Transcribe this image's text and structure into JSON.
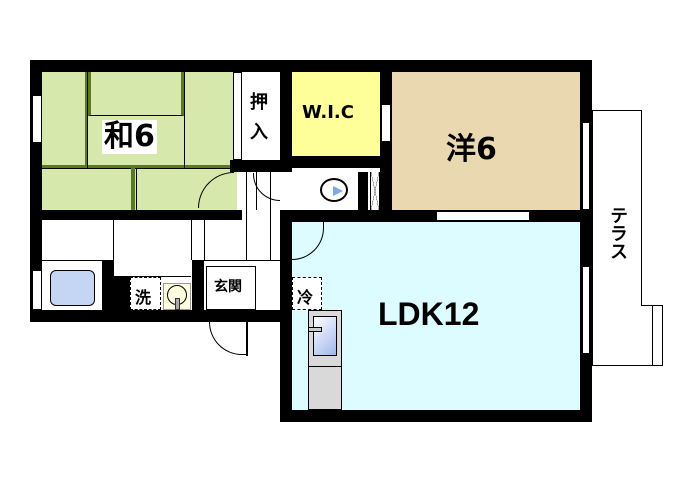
{
  "floorplan": {
    "rooms": {
      "washitsu": {
        "label": "和6",
        "color": "#d6e8ab"
      },
      "oshiire": {
        "label_line1": "押",
        "label_line2": "入"
      },
      "wic": {
        "label": "W.I.C",
        "color": "#ffff99"
      },
      "youshitsu": {
        "label": "洋6",
        "color": "#ead9b0"
      },
      "ldk": {
        "label": "LDK12",
        "color": "#ddfcff"
      },
      "genkan": {
        "label": "玄関"
      },
      "sentaku": {
        "label": "洗"
      },
      "reizouko": {
        "label": "冷"
      },
      "terrace": {
        "label": "テラス"
      }
    },
    "colors": {
      "wall": "#000000",
      "tatami_border": "#5a7a1e",
      "bath": "#c5d6f2",
      "kitchen": "#d9d9d9"
    }
  }
}
